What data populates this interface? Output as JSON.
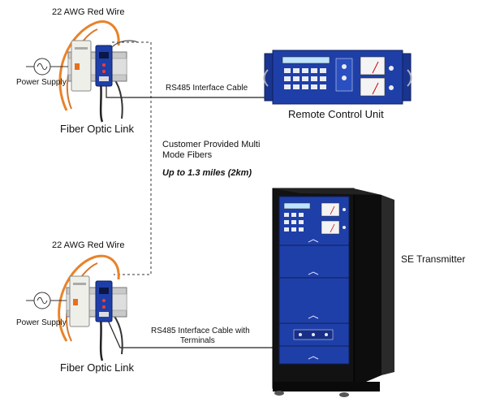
{
  "labels": {
    "top_wire": "22 AWG Red Wire",
    "top_power_supply": "Power Supply",
    "top_fiber_link": "Fiber Optic Link",
    "rs485_top": "RS485 Interface Cable",
    "remote_unit": "Remote Control Unit",
    "customer_fibers_line1": "Customer Provided Multi",
    "customer_fibers_line2": "Mode Fibers",
    "distance": "Up to 1.3 miles (2km)",
    "bottom_wire": "22 AWG Red Wire",
    "transmitter": "SE Transmitter",
    "bottom_power_supply": "Power Supply",
    "rs485_bottom_line1": "RS485 Interface Cable with",
    "rs485_bottom_line2": "Terminals",
    "bottom_fiber_link": "Fiber Optic Link"
  },
  "colors": {
    "equipment_blue": "#1f3fa8",
    "cabinet_black": "#121212",
    "wire_orange": "#e8832a",
    "cable_dark": "#222222"
  },
  "icons": [
    "ac-source-icon",
    "din-rail-power-supply-icon",
    "fiber-optic-modem-icon",
    "remote-control-unit-icon",
    "transmitter-cabinet-icon"
  ]
}
